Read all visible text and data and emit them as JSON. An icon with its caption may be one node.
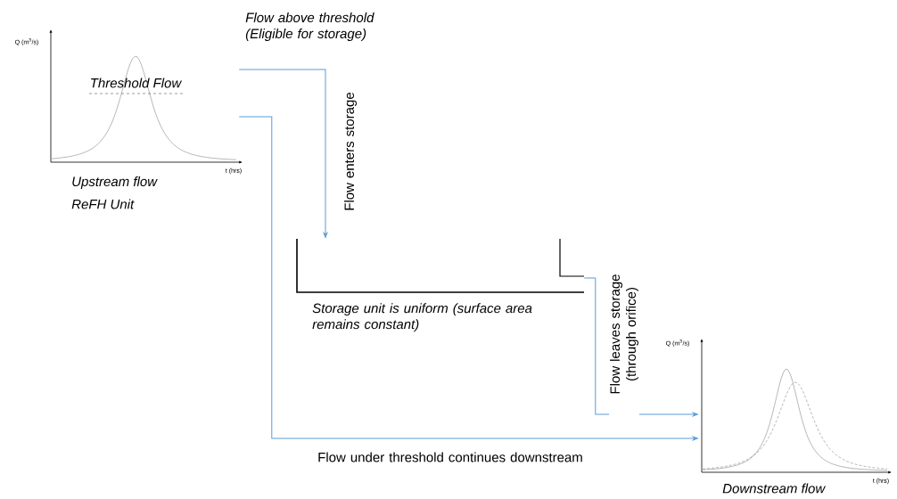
{
  "diagram": {
    "nodes": [
      {
        "text": [],
        "shape": "picture",
        "beside": [
          "Upstream flow",
          "ReFH Unit"
        ]
      },
      {
        "text": [],
        "shape": "picture",
        "beside": [
          "Storage unit is uniform (surface area remains constant)"
        ]
      },
      {
        "text": [],
        "shape": "picture",
        "beside": [
          "Downstream flow"
        ]
      }
    ],
    "edges": [
      {
        "from": 0,
        "to": 1,
        "arrow": "to",
        "label": "Flow enters storage",
        "color": "#5b9bd5"
      },
      {
        "from": 1,
        "to": 2,
        "arrow": "to",
        "label": "Flow leaves storage (through orifice)",
        "color": "#5b9bd5"
      },
      {
        "from": 0,
        "to": 2,
        "arrow": "to",
        "label": "Flow under threshold continues downstream",
        "color": "#5b9bd5"
      }
    ],
    "labels": [
      "Flow above threshold (Eligible for storage)",
      "Q (m$^{3}$/s)",
      "Threshold Flow",
      "t (hrs)",
      "Q (m$^{3}$/s)",
      "t (hrs)"
    ]
  }
}
